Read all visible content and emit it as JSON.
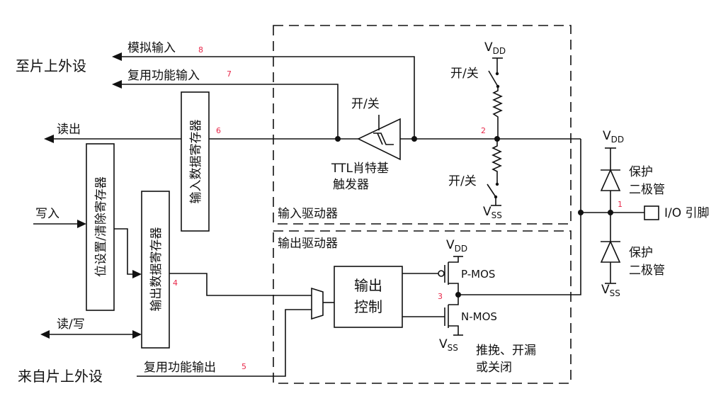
{
  "groups": {
    "to_peripheral": "至片上外设",
    "from_peripheral": "来自片上外设"
  },
  "signals": {
    "analog_input": "模拟输入",
    "alt_input": "复用功能输入",
    "read_out": "读出",
    "write_in": "写入",
    "read_write": "读/写",
    "alt_output": "复用功能输出"
  },
  "registers": {
    "input_data": "输入数据寄存器",
    "bit_set_reset": "位设置/清除寄存器",
    "output_data": "输出数据寄存器"
  },
  "input_driver": {
    "title": "输入驱动器",
    "trigger_switch": "开/关",
    "trigger_line1": "TTL肖特基",
    "trigger_line2": "触发器",
    "pullup_switch": "开/关",
    "pulldown_switch": "开/关"
  },
  "output_driver": {
    "title": "输出驱动器",
    "control_line1": "输出",
    "control_line2": "控制",
    "pmos": "P-MOS",
    "nmos": "N-MOS",
    "mode_line1": "推挽、开漏",
    "mode_line2": "或关闭"
  },
  "supply": {
    "v": "V",
    "dd": "DD",
    "ss": "SS"
  },
  "protection": {
    "line1": "保护",
    "line2": "二极管"
  },
  "pin": "I/O 引脚",
  "markers": {
    "m1": "1",
    "m2": "2",
    "m3": "3",
    "m4": "4",
    "m5": "5",
    "m6": "6",
    "m7": "7",
    "m8": "8"
  },
  "colors": {
    "marker": "#e8284a",
    "line": "#111111"
  }
}
